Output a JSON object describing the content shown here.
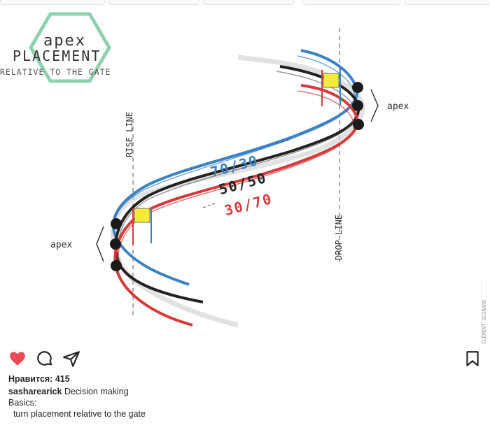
{
  "post": {
    "image": {
      "title_line1": "apex",
      "title_line2": "PLACEMENT",
      "title_line3": "RELATIVE TO THE GATE",
      "label_apex_left": "apex",
      "label_apex_right": "apex",
      "label_rise_line": "RISE LINE",
      "label_drop_line": "DROP LINE",
      "ratio_blue": "70/30",
      "ratio_black": "50/50",
      "ratio_red": "30/70",
      "credit": "CLÉMENT GUINARD",
      "colors": {
        "blue": "#3b82c4",
        "black": "#222222",
        "red": "#d63a3a",
        "gate": "#f3ea3a",
        "hexagon": "#8fd0b0"
      }
    },
    "actions": {
      "like_icon": "heart-icon",
      "comment_icon": "comment-icon",
      "share_icon": "share-icon",
      "save_icon": "bookmark-icon",
      "liked": true
    },
    "likes_text": "Нравится: 415",
    "caption": {
      "username": "sasharearick",
      "text": "Decision making",
      "line2": "Basics:",
      "line3": "  turn placement relative to the gate"
    }
  }
}
